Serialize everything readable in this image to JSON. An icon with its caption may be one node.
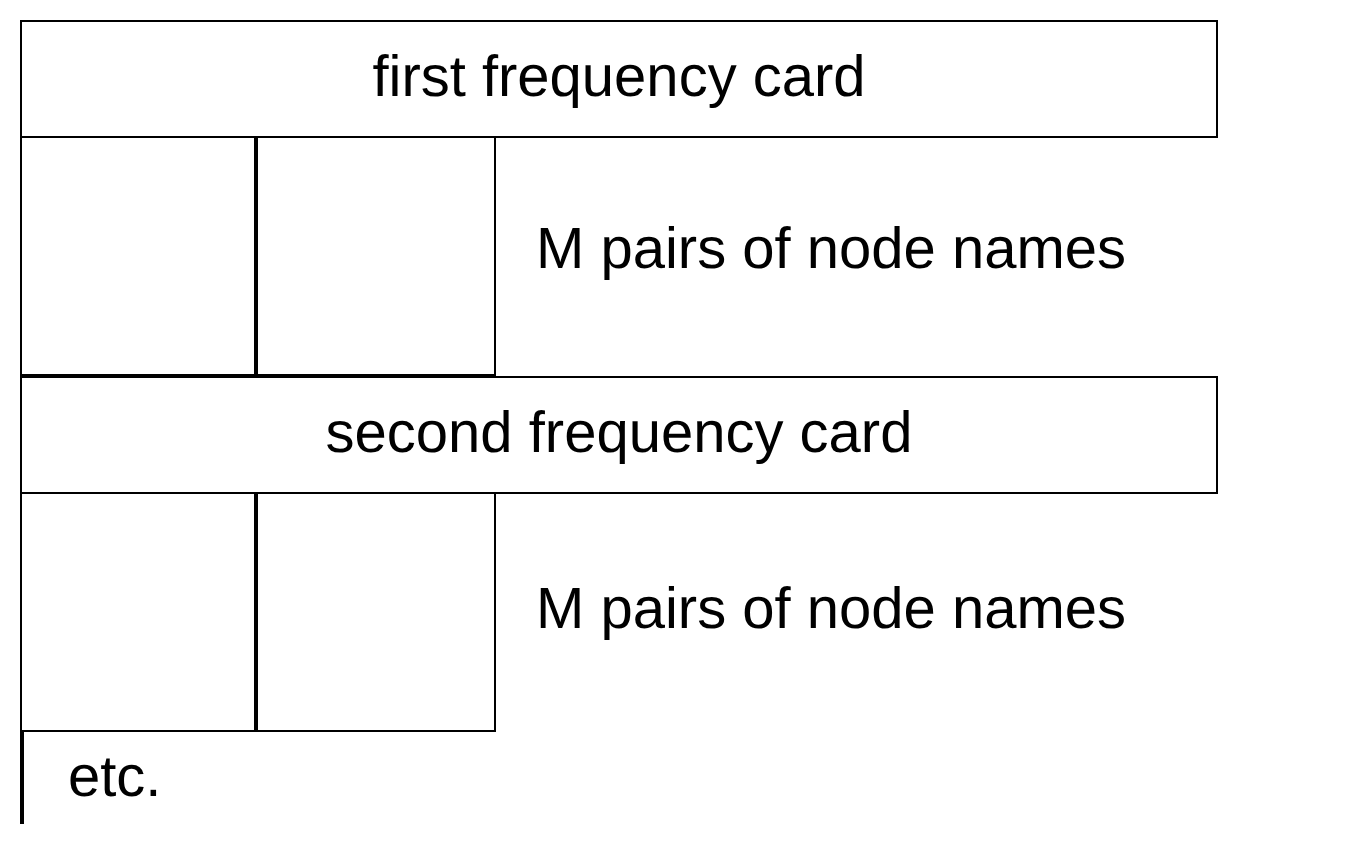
{
  "diagram": {
    "nodes": [
      {
        "text": [
          "first frequency card"
        ]
      },
      {
        "text": [],
        "shape": "box"
      },
      {
        "text": [],
        "shape": "box"
      },
      {
        "text": [
          "second frequency card"
        ]
      },
      {
        "text": [],
        "shape": "box"
      },
      {
        "text": [],
        "shape": "box"
      }
    ],
    "labels": [
      "M pairs of node names",
      "M pairs of node names",
      "etc."
    ]
  }
}
